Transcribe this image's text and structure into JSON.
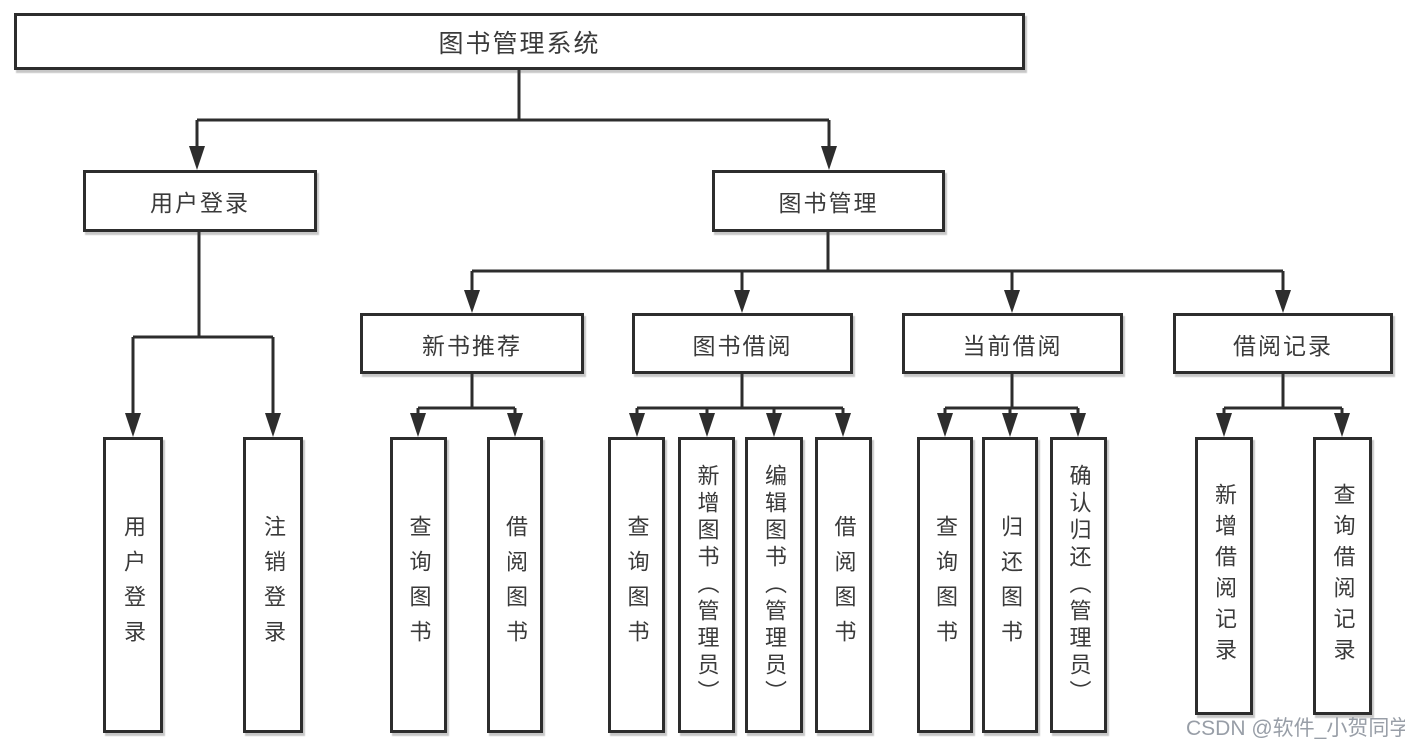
{
  "diagram": {
    "root": {
      "label": "图书管理系统"
    },
    "level2": [
      {
        "label": "用户登录"
      },
      {
        "label": "图书管理"
      }
    ],
    "level3": [
      {
        "label": "新书推荐",
        "parent": "图书管理"
      },
      {
        "label": "图书借阅",
        "parent": "图书管理"
      },
      {
        "label": "当前借阅",
        "parent": "图书管理"
      },
      {
        "label": "借阅记录",
        "parent": "图书管理"
      }
    ],
    "leaves": [
      {
        "label": "用户登录",
        "parent": "用户登录"
      },
      {
        "label": "注销登录",
        "parent": "用户登录"
      },
      {
        "label": "查询图书",
        "parent": "新书推荐"
      },
      {
        "label": "借阅图书",
        "parent": "新书推荐"
      },
      {
        "label": "查询图书",
        "parent": "图书借阅"
      },
      {
        "label": "新增图书（管理员）",
        "parent": "图书借阅"
      },
      {
        "label": "编辑图书（管理员）",
        "parent": "图书借阅"
      },
      {
        "label": "借阅图书",
        "parent": "图书借阅"
      },
      {
        "label": "查询图书",
        "parent": "当前借阅"
      },
      {
        "label": "归还图书",
        "parent": "当前借阅"
      },
      {
        "label": "确认归还（管理员）",
        "parent": "当前借阅"
      },
      {
        "label": "新增借阅记录",
        "parent": "借阅记录"
      },
      {
        "label": "查询借阅记录",
        "parent": "借阅记录"
      }
    ]
  },
  "watermark": {
    "text": "CSDN @软件_小贺同学"
  },
  "colors": {
    "line": "#2d2d2d",
    "box_border": "#2d2d2d",
    "text": "#3a3a3a",
    "background": "#ffffff",
    "watermark": "#7e8691"
  }
}
